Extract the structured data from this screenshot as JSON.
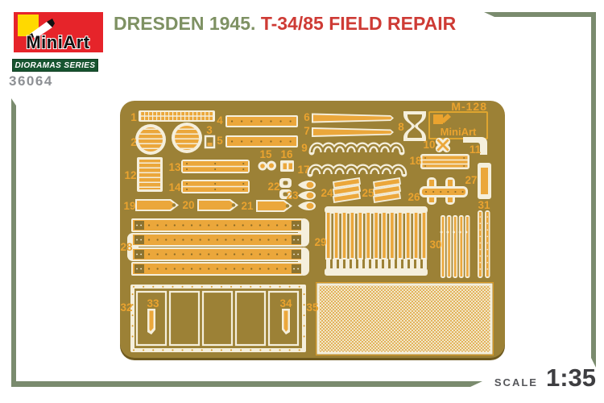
{
  "header": {
    "brand": "MiniArt",
    "series_badge": "DIORAMAS SERIES",
    "product_code": "36064",
    "title": {
      "part1": "DRESDEN 1945.",
      "part2": "T-34/85 FIELD REPAIR"
    }
  },
  "fret": {
    "sheet_code": "M-128",
    "brand": "MiniArt",
    "part_labels": [
      "1",
      "2",
      "3",
      "4",
      "5",
      "6",
      "7",
      "8",
      "9",
      "10",
      "11",
      "12",
      "13",
      "14",
      "15",
      "16",
      "17",
      "18",
      "19",
      "20",
      "21",
      "22",
      "23",
      "24",
      "25",
      "26",
      "27",
      "28",
      "29",
      "30",
      "31",
      "32",
      "33",
      "34",
      "35"
    ]
  },
  "footer": {
    "scale_label": "SCALE",
    "scale_value": "1:35"
  },
  "colors": {
    "frame_green": "#7A8B6E",
    "title_olive": "#7E9163",
    "title_red": "#CE3B35",
    "logo_red": "#E6242A",
    "logo_yellow": "#FFD900",
    "badge_green": "#175430",
    "product_code_gray": "#8D9094",
    "fret_background": "#9C8136",
    "fret_part_orange": "#EBA73B",
    "fret_outline_ivory": "#F5EFDC",
    "fret_label_orange": "#EAA32F",
    "scale_text": "#3E3E41"
  }
}
